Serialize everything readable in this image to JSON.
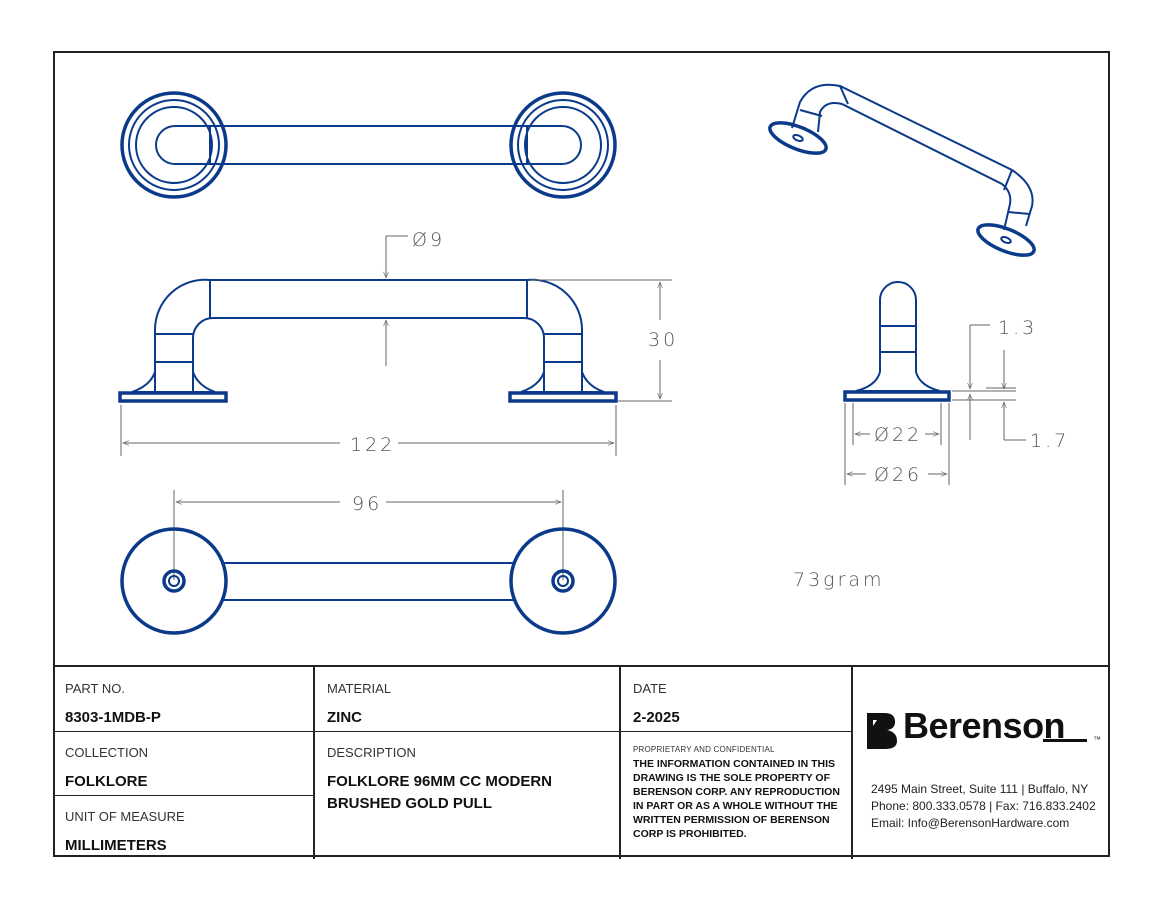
{
  "drawing": {
    "dimensions": {
      "diameter_bar": "Ø9",
      "height": "30",
      "overall_length": "122",
      "center_to_center": "96",
      "flange_thickness": "1.3",
      "base_thickness": "1.7",
      "inner_flange_diameter": "Ø22",
      "outer_flange_diameter": "Ø26"
    },
    "weight": "73gram"
  },
  "title_block": {
    "part_no_label": "PART NO.",
    "part_no": "8303-1MDB-P",
    "material_label": "MATERIAL",
    "material": "ZINC",
    "date_label": "DATE",
    "date": "2-2025",
    "collection_label": "COLLECTION",
    "collection": "FOLKLORE",
    "description_label": "DESCRIPTION",
    "description_line1": "FOLKLORE 96MM CC MODERN",
    "description_line2": "BRUSHED GOLD PULL",
    "unit_label": "UNIT OF MEASURE",
    "unit": "MILLIMETERS",
    "confidential_head": "PROPRIETARY AND CONFIDENTIAL",
    "confidential_body": "THE INFORMATION CONTAINED IN THIS DRAWING IS THE SOLE PROPERTY OF BERENSON CORP. ANY REPRODUCTION IN PART OR AS A WHOLE WITHOUT THE WRITTEN PERMISSION OF BERENSON CORP IS PROHIBITED."
  },
  "company": {
    "logo": "Berenson",
    "trademark": "™",
    "address": "2495 Main Street, Suite 111 | Buffalo, NY",
    "phone": "Phone: 800.333.0578 | Fax: 716.833.2402",
    "email": "Email: Info@BerensonHardware.com"
  }
}
